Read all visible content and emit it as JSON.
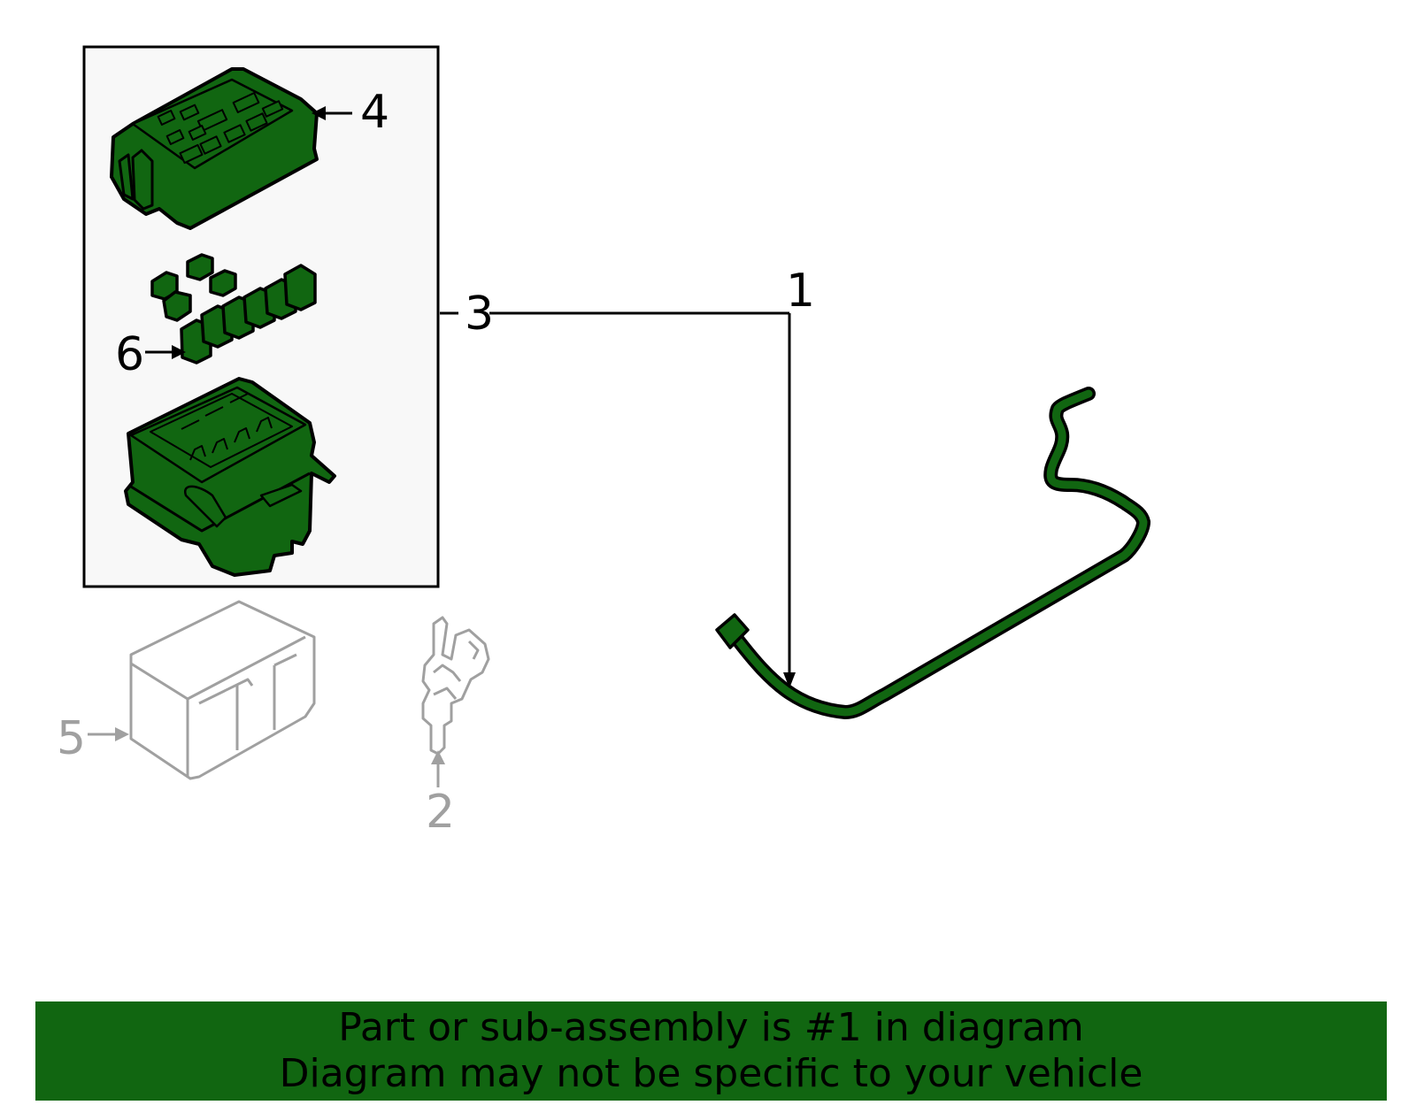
{
  "colors": {
    "part_fill": "#116611",
    "outline": "#000000",
    "muted_outline": "#a0a0a0",
    "subassembly_box_bg": "#f8f8f8",
    "banner_bg": "#116611"
  },
  "callouts": {
    "c1": "1",
    "c2": "2",
    "c3": "3",
    "c4": "4",
    "c5": "5",
    "c6": "6"
  },
  "banner": {
    "line1": "Part or sub-assembly is #1 in diagram",
    "line2": "Diagram may not be specific to your vehicle"
  }
}
